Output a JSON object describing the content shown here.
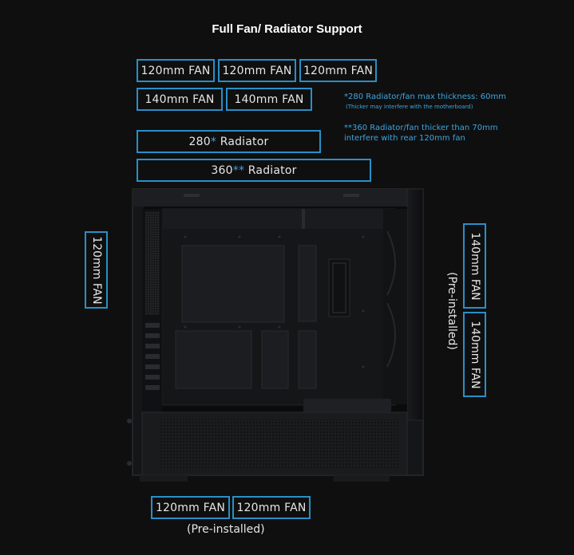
{
  "title": "Full Fan/ Radiator Support",
  "top_fans": {
    "row1": [
      "120mm FAN",
      "120mm FAN",
      "120mm FAN"
    ],
    "row2": [
      "140mm FAN",
      "140mm FAN"
    ]
  },
  "radiators": {
    "r280_label": "280",
    "r280_mark": "*",
    "r280_suffix": " Radiator",
    "r360_label": "360",
    "r360_mark": "**",
    "r360_suffix": " Radiator"
  },
  "notes": {
    "note1_line1": "*280 Radiator/fan max thickness: 60mm",
    "note1_line2": "(Thicker may interfere with the motherboard)",
    "note2_line1": "**360 Radiator/fan thicker than 70mm",
    "note2_line2": "interfere with rear 120mm fan"
  },
  "rear_fan": "120mm FAN",
  "front_fans": {
    "fans": [
      "140mm FAN",
      "140mm FAN"
    ],
    "preinstalled": "(Pre-installed)"
  },
  "bottom_fans": {
    "fans": [
      "120mm FAN",
      "120mm FAN"
    ],
    "preinstalled": "(Pre-installed)"
  },
  "colors": {
    "accent": "#2a8fc6",
    "note_text": "#3fa6dd",
    "background": "#0f0f10"
  }
}
